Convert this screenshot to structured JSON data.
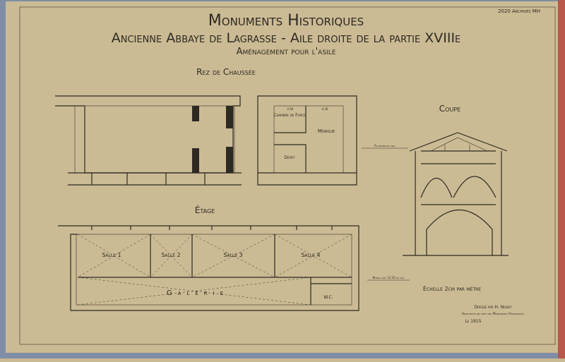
{
  "stamp": "2020 Archives MH",
  "title": {
    "line1": "Monuments Historiques",
    "line2": "Ancienne Abbaye de Lagrasse - Aile droite de la partie XVIIIe",
    "line3": "Aménagement pour l'asile"
  },
  "ground_floor": {
    "label": "Rez de Chaussée",
    "rooms": [
      "Chambre de Force",
      "Morgue",
      "Dépôt"
    ],
    "dims": [
      "2.60",
      "4.30"
    ]
  },
  "upper_floor": {
    "label": "Étage",
    "rooms": [
      "Salle 1",
      "Salle 2",
      "Salle 3",
      "Salle 4",
      "Galerie",
      "W.C."
    ]
  },
  "section": {
    "label": "Coupe",
    "note_floor": "Plancher du sol",
    "note_ground": "Niveau sol 12.20 du sol"
  },
  "scale": "Échelle 2cm par mètre",
  "signature": {
    "line1": "Dressé par H. Nodet",
    "line2": "Architecte en chef des Monuments Historiques",
    "line3": "Le 1915"
  },
  "colors": {
    "paper": "#c9b992",
    "ink": "#2e2a22",
    "mount": "#8fa0b8"
  }
}
